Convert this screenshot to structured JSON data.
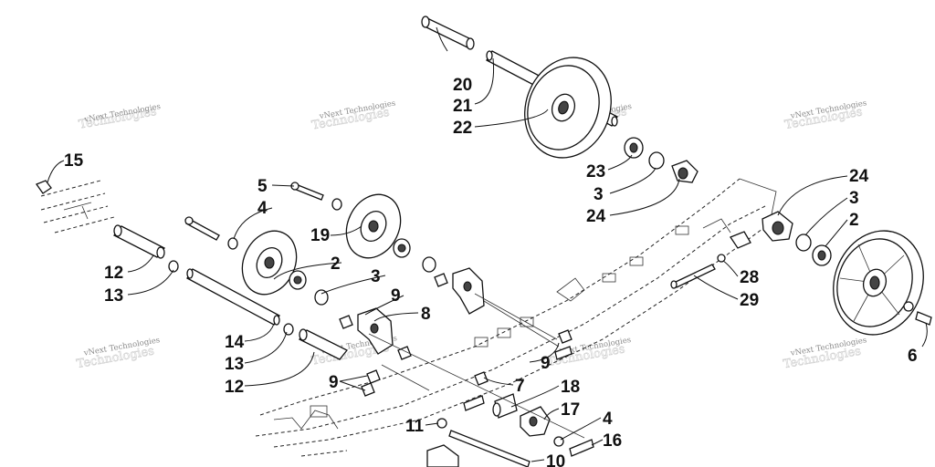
{
  "callouts": [
    {
      "id": "c15",
      "text": "15"
    },
    {
      "id": "c5",
      "text": "5"
    },
    {
      "id": "c4a",
      "text": "4"
    },
    {
      "id": "c19",
      "text": "19"
    },
    {
      "id": "c12a",
      "text": "12"
    },
    {
      "id": "c13a",
      "text": "13"
    },
    {
      "id": "c2a",
      "text": "2"
    },
    {
      "id": "c3a",
      "text": "3"
    },
    {
      "id": "c9a",
      "text": "9"
    },
    {
      "id": "c8",
      "text": "8"
    },
    {
      "id": "c14",
      "text": "14"
    },
    {
      "id": "c13b",
      "text": "13"
    },
    {
      "id": "c12b",
      "text": "12"
    },
    {
      "id": "c9b",
      "text": "9"
    },
    {
      "id": "c9c",
      "text": "9"
    },
    {
      "id": "c7",
      "text": "7"
    },
    {
      "id": "c18",
      "text": "18"
    },
    {
      "id": "c17",
      "text": "17"
    },
    {
      "id": "c11",
      "text": "11"
    },
    {
      "id": "c4b",
      "text": "4"
    },
    {
      "id": "c16",
      "text": "16"
    },
    {
      "id": "c10",
      "text": "10"
    },
    {
      "id": "c20",
      "text": "20"
    },
    {
      "id": "c21",
      "text": "21"
    },
    {
      "id": "c22",
      "text": "22"
    },
    {
      "id": "c23",
      "text": "23"
    },
    {
      "id": "c3b",
      "text": "3"
    },
    {
      "id": "c24a",
      "text": "24"
    },
    {
      "id": "c24b",
      "text": "24"
    },
    {
      "id": "c3c",
      "text": "3"
    },
    {
      "id": "c2b",
      "text": "2"
    },
    {
      "id": "c28",
      "text": "28"
    },
    {
      "id": "c29",
      "text": "29"
    },
    {
      "id": "c6",
      "text": "6"
    }
  ],
  "watermark": {
    "text": "vNext Technologies",
    "ghost": "Technologies"
  }
}
